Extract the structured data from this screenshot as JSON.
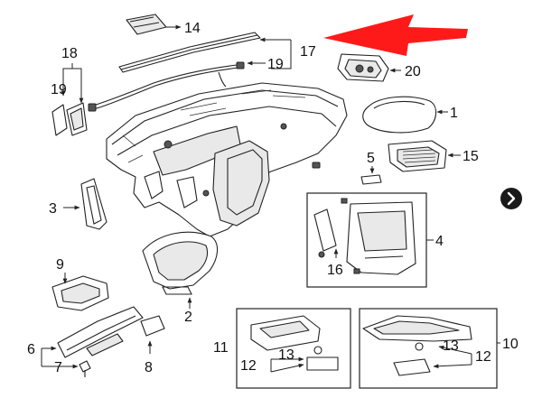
{
  "diagram": {
    "callouts": {
      "c1": "1",
      "c2": "2",
      "c3": "3",
      "c4": "4",
      "c5": "5",
      "c6": "6",
      "c7": "7",
      "c8": "8",
      "c9": "9",
      "c10": "10",
      "c11": "11",
      "c12a": "12",
      "c12b": "12",
      "c13a": "13",
      "c13b": "13",
      "c14": "14",
      "c15": "15",
      "c16": "16",
      "c17": "17",
      "c18": "18",
      "c19a": "19",
      "c19b": "19",
      "c20": "20"
    },
    "highlight_arrow_color": "#ff1a1a",
    "nav_button": {
      "icon": "chevron-right-icon",
      "color": "#1a1a1a"
    }
  }
}
